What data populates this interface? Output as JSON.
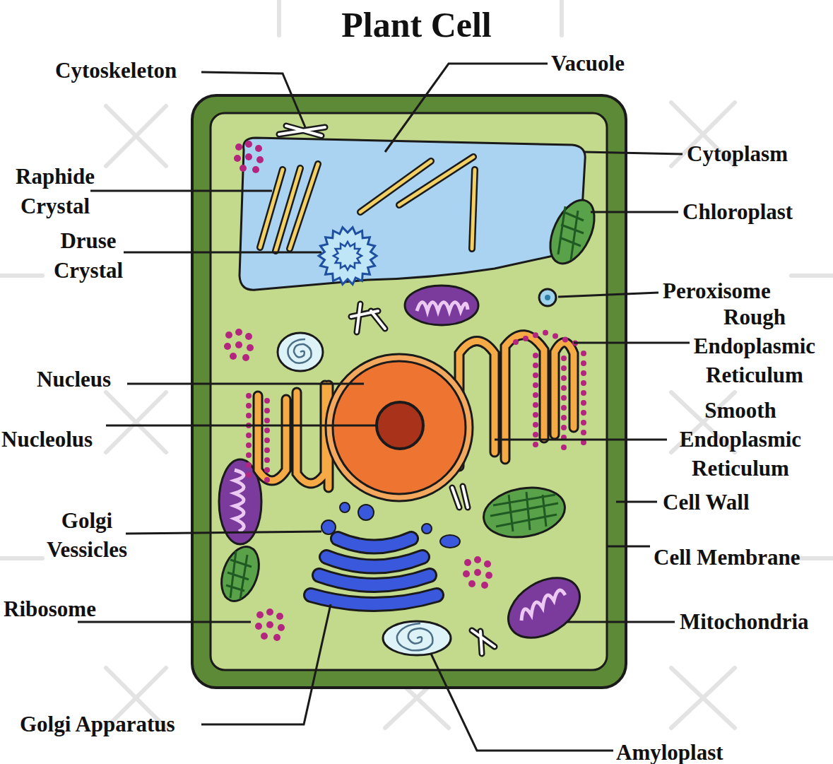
{
  "diagram": {
    "title": "Plant Cell",
    "labels": [
      "Cytoskeleton",
      "Vacuole",
      "Raphide Crystal",
      "Druse Crystal",
      "Cytoplasm",
      "Chloroplast",
      "Peroxisome",
      "Rough Endoplasmic Reticulum",
      "Nucleus",
      "Smooth Endoplasmic Reticulum",
      "Nucleolus",
      "Cell Wall",
      "Golgi Vessicles",
      "Cell Membrane",
      "Ribosome",
      "Mitochondria",
      "Golgi Apparatus",
      "Amyloplast"
    ]
  }
}
